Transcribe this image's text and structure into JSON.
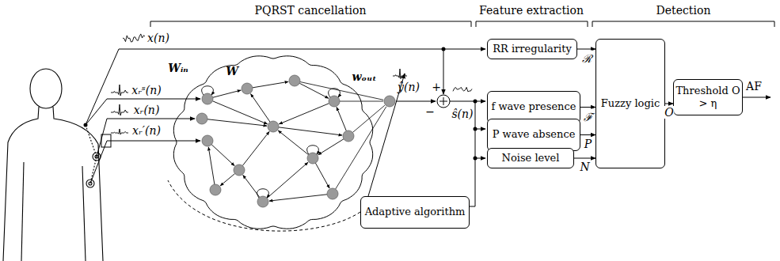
{
  "diagram": {
    "nodes": [
      {
        "text": [
          "RR irregularity"
        ]
      },
      {
        "text": [
          "f wave presence"
        ]
      },
      {
        "text": [
          "P wave absence"
        ]
      },
      {
        "text": [
          "Noise level"
        ]
      },
      {
        "text": [
          "Adaptive algorithm"
        ]
      },
      {
        "text": [
          "Fuzzy logic"
        ]
      },
      {
        "text": [
          "Threshold O > η"
        ]
      }
    ],
    "edges": [
      {
        "from": 0,
        "to": 5,
        "arrow": "to",
        "label": "ℛ"
      },
      {
        "from": 1,
        "to": 5,
        "arrow": "to",
        "label": "ℱ"
      },
      {
        "from": 2,
        "to": 5,
        "arrow": "to",
        "label": "P"
      },
      {
        "from": 3,
        "to": 5,
        "arrow": "to",
        "label": "N"
      },
      {
        "from": 5,
        "to": 6,
        "arrow": "to",
        "label": "O"
      }
    ],
    "labels": [
      "PQRST cancellation",
      "Feature extraction",
      "Detection",
      "x(n)",
      "xᵣˢ(n)",
      "xᵣ(n)",
      "xᵣ′(n)",
      "Wᵢₙ",
      "W",
      "wₒᵤₜ",
      "ŷ(n)",
      "−",
      "+",
      "ŝ(n)",
      "AF"
    ]
  }
}
